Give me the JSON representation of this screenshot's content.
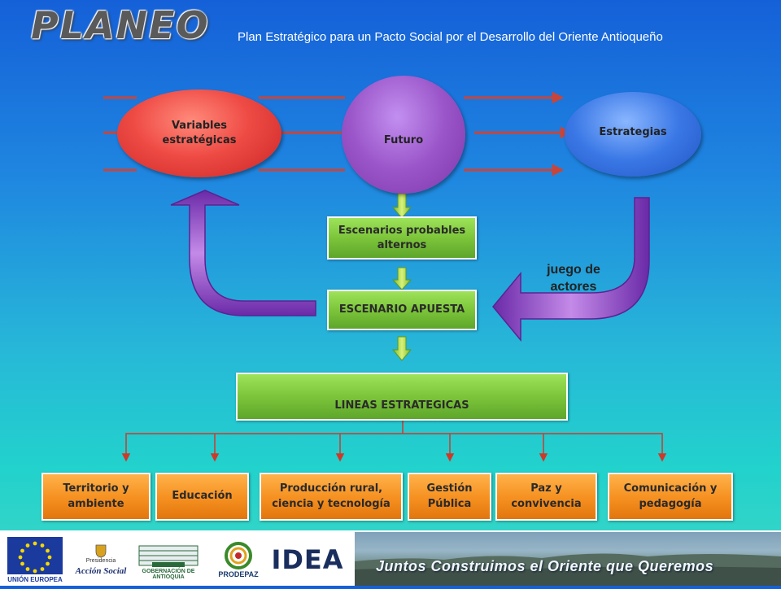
{
  "header": {
    "title": "PLANEO",
    "subtitle": "Plan Estratégico para un Pacto Social por el Desarrollo del Oriente Antioqueño"
  },
  "nodes": {
    "variables": "Variables estratégicas",
    "futuro": "Futuro",
    "estrategias": "Estrategias",
    "escenarios": "Escenarios probables alternos",
    "apuesta": "ESCENARIO APUESTA",
    "lineas": "LINEAS ESTRATEGICAS",
    "juego": "juego de actores"
  },
  "lines": [
    "Territorio y ambiente",
    "Educación",
    "Producción rural, ciencia y tecnología",
    "Gestión Pública",
    "Paz y convivencia",
    "Comunicación y pedagogía"
  ],
  "logos": {
    "eu": "UNIÓN EUROPEA",
    "presidencia": "Presidencia",
    "accion_social": "Acción Social",
    "gobernacion": "GOBERNACIÓN DE ANTIOQUIA",
    "prodepaz": "PRODEPAZ",
    "idea": "IDEA"
  },
  "footer": {
    "slogan": "Juntos Construimos el Oriente que Queremos"
  },
  "colors": {
    "background_top": "#1560d8",
    "background_bottom": "#3ed6c4",
    "red_ellipse": "#e53a3a",
    "purple_circle": "#9a55c8",
    "blue_ellipse": "#3a78e6",
    "green_box": "#7cc53a",
    "orange_box": "#f58f1f",
    "connector": "#cc3a2a"
  }
}
